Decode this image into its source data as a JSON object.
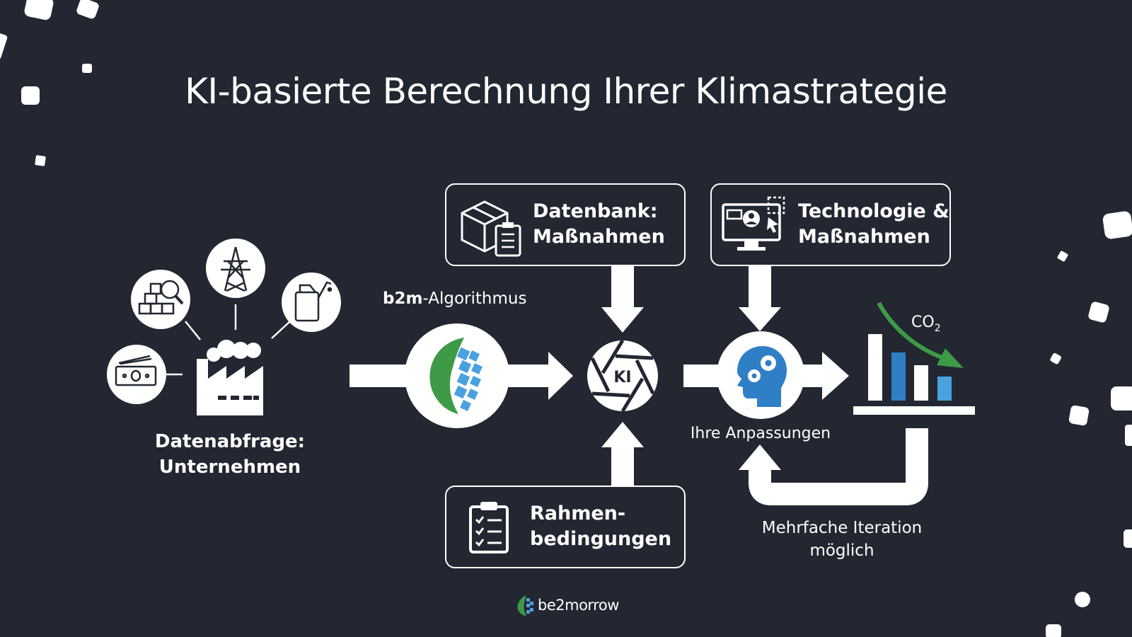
{
  "title": "KI-basierte Berechnung Ihrer Klimastrategie",
  "left": {
    "caption_line1": "Datenabfrage:",
    "caption_line2": "Unternehmen",
    "icons": [
      "money-icon",
      "warehouse-search-icon",
      "power-tower-icon",
      "fuel-canister-icon",
      "factory-icon"
    ]
  },
  "algorithm": {
    "label_bold": "b2m",
    "label_rest": "-Algorithmus"
  },
  "center_node": {
    "label": "KI"
  },
  "boxes": {
    "database": {
      "line1": "Datenbank:",
      "line2": "Maßnahmen"
    },
    "technology": {
      "line1": "Technologie &",
      "line2": "Maßnahmen"
    },
    "constraints": {
      "line1": "Rahmen-",
      "line2": "bedingungen"
    }
  },
  "adjustments": {
    "label": "Ihre Anpassungen"
  },
  "result_chart": {
    "label": "CO",
    "subscript": "2"
  },
  "iteration": {
    "line1": "Mehrfache Iteration",
    "line2": "möglich"
  },
  "footer": {
    "brand": "be2morrow"
  },
  "colors": {
    "background": "#222732",
    "green": "#3e9a46",
    "blue": "#2f7fc6",
    "light_blue": "#4aa1e0",
    "white": "#ffffff"
  }
}
